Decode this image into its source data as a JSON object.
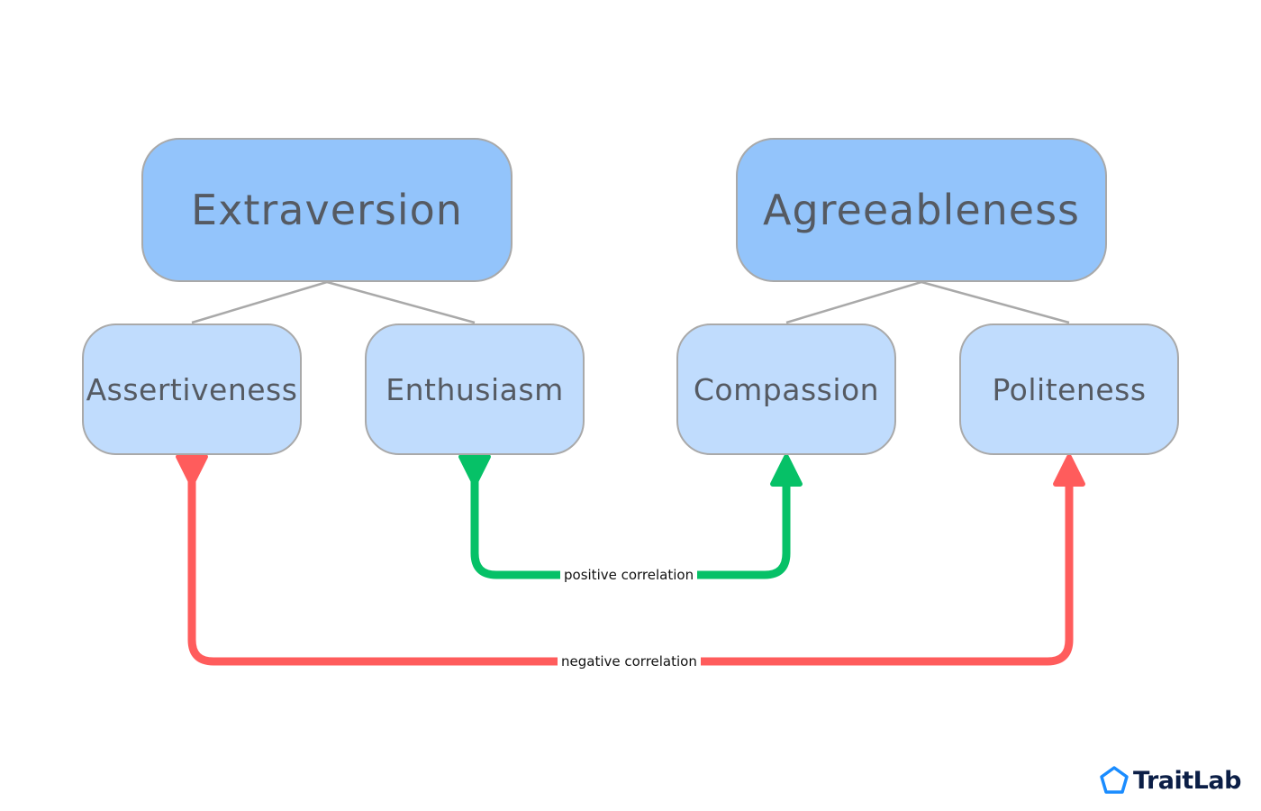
{
  "traits": [
    {
      "id": "extraversion",
      "label": "Extraversion"
    },
    {
      "id": "agreeableness",
      "label": "Agreeableness"
    }
  ],
  "facets": [
    {
      "id": "assertiveness",
      "label": "Assertiveness",
      "parent": "extraversion"
    },
    {
      "id": "enthusiasm",
      "label": "Enthusiasm",
      "parent": "extraversion"
    },
    {
      "id": "compassion",
      "label": "Compassion",
      "parent": "agreeableness"
    },
    {
      "id": "politeness",
      "label": "Politeness",
      "parent": "agreeableness"
    }
  ],
  "correlations": [
    {
      "from": "enthusiasm",
      "to": "compassion",
      "label": "positive correlation",
      "color": "#06c167"
    },
    {
      "from": "assertiveness",
      "to": "politeness",
      "label": "negative correlation",
      "color": "#ff5c5c"
    }
  ],
  "colors": {
    "trait_fill": "#93c4fb",
    "facet_fill": "#c0dcfd",
    "border": "#a9a9a9",
    "text": "#555a62",
    "connector": "#a9a9a9",
    "brand_icon": "#1a8cff",
    "brand_text": "#0b1e46"
  },
  "brand": {
    "name": "TraitLab",
    "icon": "pentagon-icon"
  }
}
